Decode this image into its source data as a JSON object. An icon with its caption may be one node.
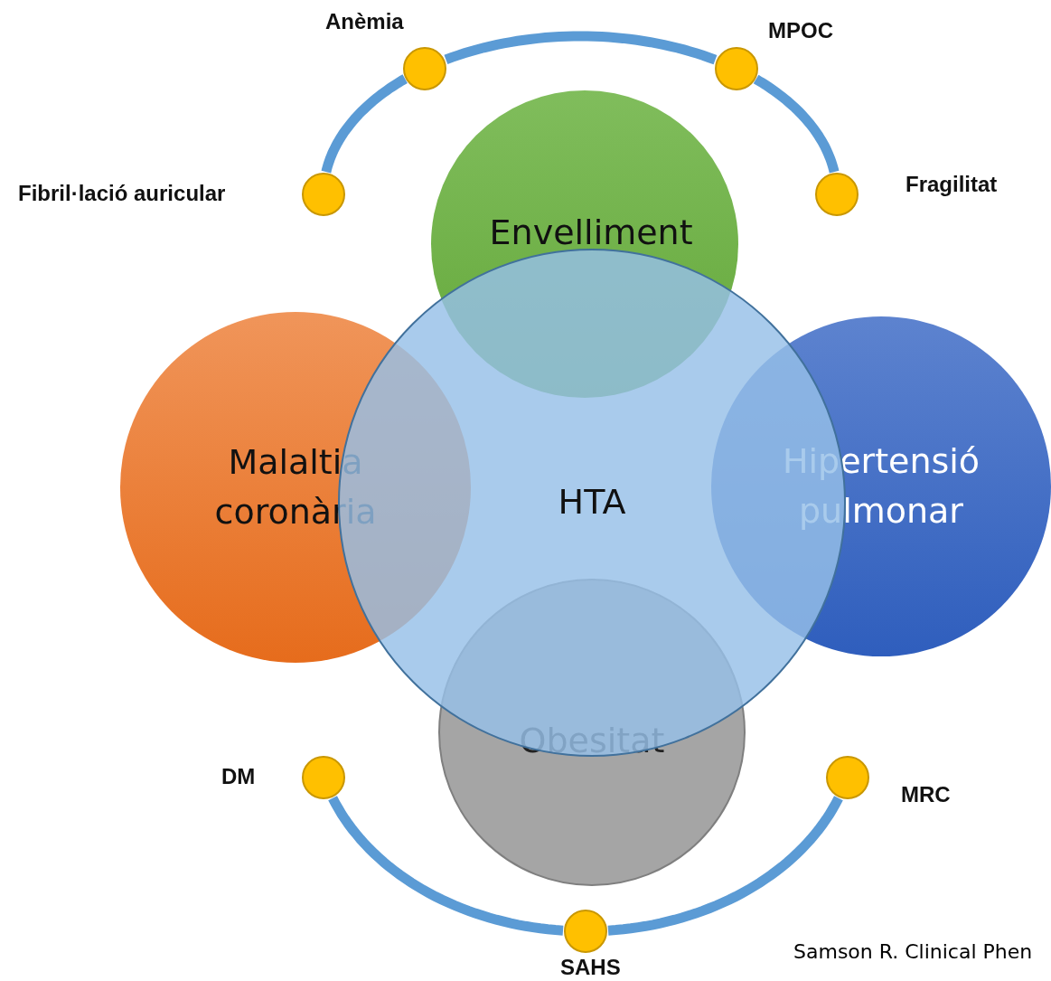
{
  "diagram": {
    "nodes": [
      {
        "text": [],
        "shape": "circle",
        "beside": [
          "Anèmia"
        ]
      },
      {
        "text": [],
        "shape": "circle",
        "beside": [
          "MPOC"
        ]
      },
      {
        "text": [],
        "shape": "circle",
        "beside": [
          "Fibril·lació auricular"
        ]
      },
      {
        "text": [],
        "shape": "circle",
        "beside": [
          "Fragilitat"
        ]
      },
      {
        "text": [
          "Envelliment"
        ]
      },
      {
        "text": [
          "Malaltia coronària"
        ]
      },
      {
        "text": [
          "HTA"
        ]
      },
      {
        "text": [
          "Hipertensió pulmonar"
        ]
      },
      {
        "text": [
          "Obesitat"
        ]
      },
      {
        "text": [],
        "shape": "circle",
        "beside": [
          "DM"
        ]
      },
      {
        "text": [],
        "shape": "circle",
        "beside": [
          "MRC"
        ]
      },
      {
        "text": [],
        "shape": "circle",
        "beside": [
          "SAHS"
        ]
      }
    ],
    "edges": [
      {
        "from": 2,
        "to": 0,
        "arrow": "none"
      },
      {
        "from": 0,
        "to": 1,
        "arrow": "none"
      },
      {
        "from": 1,
        "to": 3,
        "arrow": "none"
      },
      {
        "from": 9,
        "to": 11,
        "arrow": "none"
      },
      {
        "from": 11,
        "to": 10,
        "arrow": "none"
      }
    ],
    "labels": [
      "Samson R. Clinical Phen"
    ]
  }
}
